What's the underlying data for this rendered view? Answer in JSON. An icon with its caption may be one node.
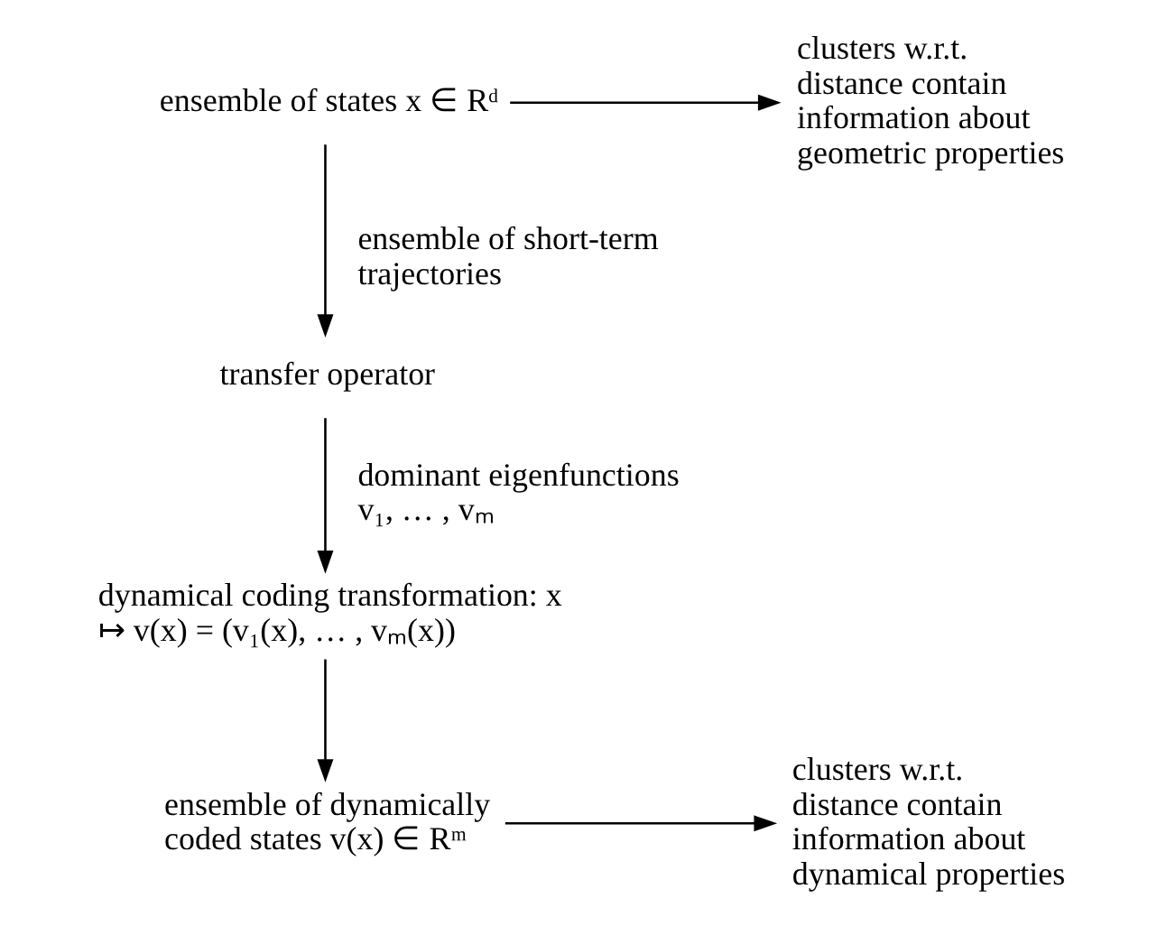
{
  "diagram": {
    "nodes": [
      {
        "text": [
          "ensemble of states x ∈ Rᵈ"
        ]
      },
      {
        "text": [
          "clusters w.r.t. distance contain information about geometric properties"
        ]
      },
      {
        "text": [
          "transfer operator"
        ]
      },
      {
        "text": [
          "dynamical coding transformation: x ↦ v(x) = (v₁(x), … , vₘ(x))"
        ]
      },
      {
        "text": [
          "ensemble of dynamically coded states v(x) ∈ Rᵐ"
        ]
      },
      {
        "text": [
          "clusters w.r.t. distance contain information about dynamical properties"
        ]
      }
    ],
    "edges": [
      {
        "from": 0,
        "to": 1,
        "arrow": "to"
      },
      {
        "from": 0,
        "to": 2,
        "arrow": "to",
        "label": "ensemble of short-term trajectories"
      },
      {
        "from": 2,
        "to": 3,
        "arrow": "to",
        "label": "dominant eigenfunctions v₁, … , vₘ"
      },
      {
        "from": 3,
        "to": 4,
        "arrow": "to"
      },
      {
        "from": 4,
        "to": 5,
        "arrow": "to"
      }
    ]
  }
}
